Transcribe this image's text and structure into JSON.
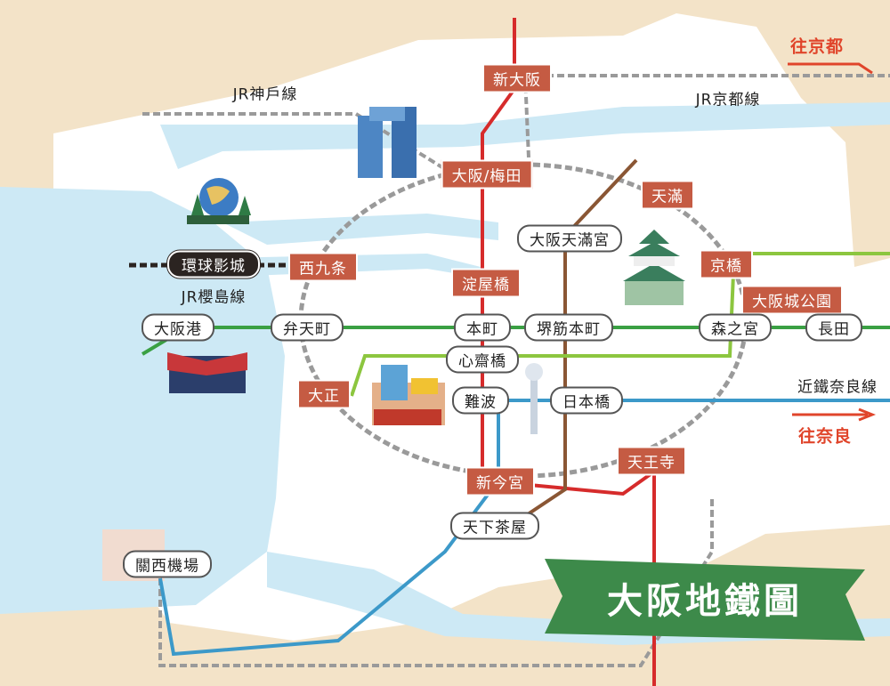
{
  "title": "大阪地鐵圖",
  "line_names": {
    "jr_kobe": "JR神戶線",
    "jr_kyoto": "JR京都線",
    "jr_sakurajima": "JR櫻島線",
    "kintetsu_nara": "近鐵奈良線"
  },
  "directions": {
    "kyoto": "往京都",
    "nara": "往奈良"
  },
  "stations": {
    "shin_osaka": "新大阪",
    "umeda": "大阪/梅田",
    "tenma": "天滿",
    "tenjinbashi": "大阪天滿宮",
    "kyobashi": "京橋",
    "osakajokoen": "大阪城公園",
    "nishikujo": "西九条",
    "usj": "環球影城",
    "yodoyabashi": "淀屋橋",
    "osakako": "大阪港",
    "bentencho": "弁天町",
    "honmachi": "本町",
    "sakaisuji": "堺筋本町",
    "morinomiya": "森之宮",
    "nagata": "長田",
    "shinsaibashi": "心齋橋",
    "taisho": "大正",
    "namba": "難波",
    "nipponbashi": "日本橋",
    "tennoji": "天王寺",
    "imamiya": "新今宮",
    "tengachaya": "天下茶屋",
    "kansai_airport": "關西機場"
  },
  "colors": {
    "land": "#f3e3c8",
    "city": "#ffffff",
    "water": "#cde9f5",
    "red_line": "#d62b2b",
    "green_line": "#3aa043",
    "lime_line": "#8cc63f",
    "brown_line": "#8a5634",
    "blue_line": "#3c99c9",
    "jr_line": "#9a9a9a",
    "station_red": "#c55b43",
    "banner": "#3d8a4a"
  },
  "icons": [
    "umeda-sky-building-icon",
    "globe-icon",
    "osaka-castle-icon",
    "kaiyukan-aquarium-icon",
    "dotonbori-icon",
    "tsutenkaku-icon"
  ]
}
